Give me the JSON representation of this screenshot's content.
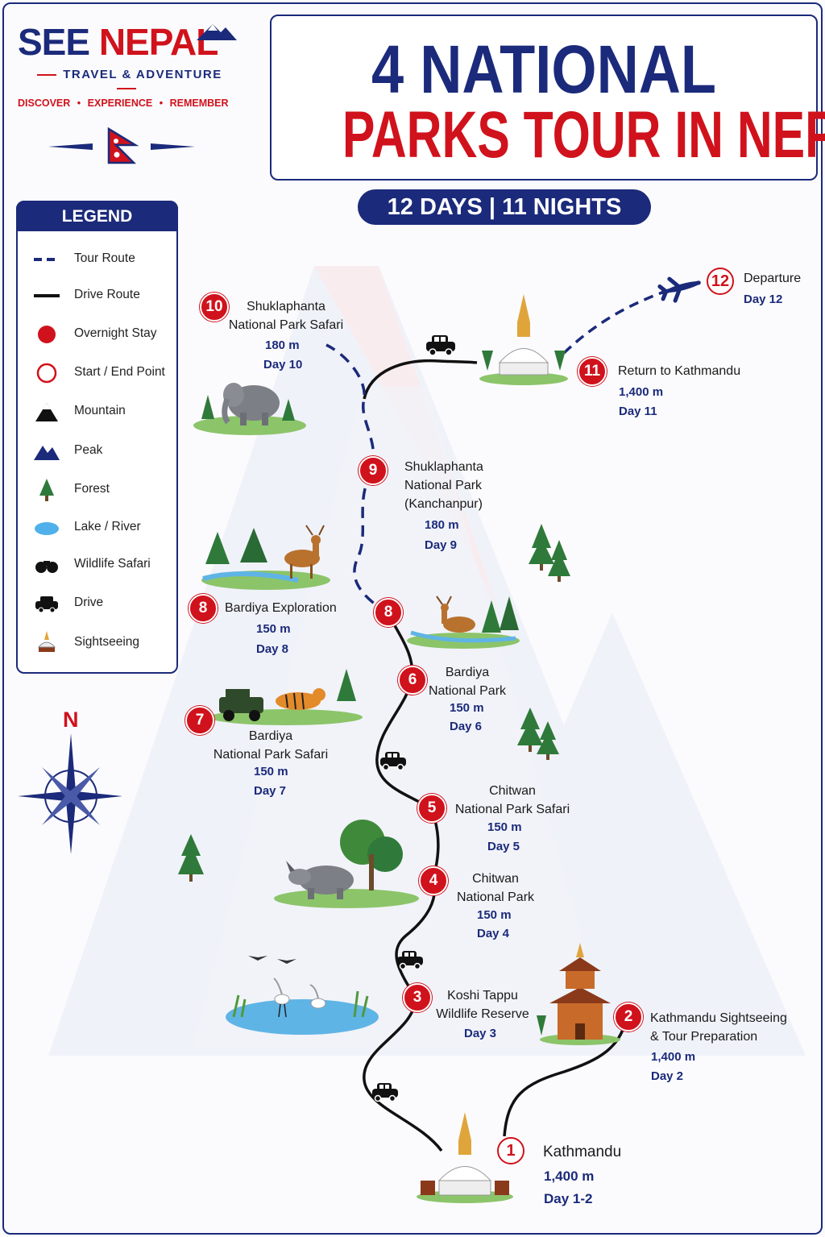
{
  "brand": {
    "see": "SEE",
    "nepal": "NEPAL",
    "subtitle": "TRAVEL & ADVENTURE",
    "tagline": [
      "DISCOVER",
      "EXPERIENCE",
      "REMEMBER"
    ]
  },
  "title": {
    "line1": "4 NATIONAL",
    "line2": "PARKS TOUR IN NEPAL",
    "duration": "12 DAYS | 11 NIGHTS"
  },
  "legend": {
    "heading": "LEGEND",
    "items": [
      {
        "label": "Tour Route",
        "icon": "dashed-route-icon"
      },
      {
        "label": "Drive Route",
        "icon": "solid-route-icon"
      },
      {
        "label": "Overnight Stay",
        "icon": "red-dot-icon"
      },
      {
        "label": "Start / End Point",
        "icon": "hollow-circle-icon"
      },
      {
        "label": "Mountain",
        "icon": "mountain-icon"
      },
      {
        "label": "Peak",
        "icon": "peak-icon"
      },
      {
        "label": "Forest",
        "icon": "tree-icon"
      },
      {
        "label": "Lake / River",
        "icon": "lake-icon"
      },
      {
        "label": "Wildlife Safari",
        "icon": "binoculars-icon"
      },
      {
        "label": "Drive",
        "icon": "car-icon"
      },
      {
        "label": "Sightseeing",
        "icon": "stupa-icon"
      }
    ]
  },
  "compass": {
    "north": "N"
  },
  "colors": {
    "navy": "#1b2a7a",
    "red": "#d0121c"
  },
  "stops": [
    {
      "num": "1",
      "name": [
        "Kathmandu"
      ],
      "alt": "1,400 m",
      "day": "Day 1-2"
    },
    {
      "num": "2",
      "name": [
        "Kathmandu Sightseeing",
        "& Tour Preparation"
      ],
      "alt": "1,400 m",
      "day": "Day 2"
    },
    {
      "num": "3",
      "name": [
        "Koshi Tappu",
        "Wildlife Reserve"
      ],
      "alt": "",
      "day": "Day 3"
    },
    {
      "num": "4",
      "name": [
        "Chitwan",
        "National Park"
      ],
      "alt": "150 m",
      "day": "Day 4"
    },
    {
      "num": "5",
      "name": [
        "Chitwan",
        "National Park Safari"
      ],
      "alt": "150 m",
      "day": "Day 5"
    },
    {
      "num": "6",
      "name": [
        "Bardiya",
        "National Park"
      ],
      "alt": "150 m",
      "day": "Day 6"
    },
    {
      "num": "7",
      "name": [
        "Bardiya",
        "National Park Safari"
      ],
      "alt": "150 m",
      "day": "Day 7"
    },
    {
      "num": "8",
      "name": [
        "Bardiya Exploration"
      ],
      "alt": "150 m",
      "day": "Day 8"
    },
    {
      "num": "9",
      "name": [
        "Shuklaphanta",
        "National Park",
        "(Kanchanpur)"
      ],
      "alt": "180 m",
      "day": "Day 9"
    },
    {
      "num": "10",
      "name": [
        "Shuklaphanta",
        "National Park Safari"
      ],
      "alt": "180 m",
      "day": "Day 10"
    },
    {
      "num": "11",
      "name": [
        "Return to Kathmandu"
      ],
      "alt": "1,400 m",
      "day": "Day 11"
    },
    {
      "num": "12",
      "name": [
        "Departure"
      ],
      "alt": "",
      "day": "Day 12"
    }
  ]
}
